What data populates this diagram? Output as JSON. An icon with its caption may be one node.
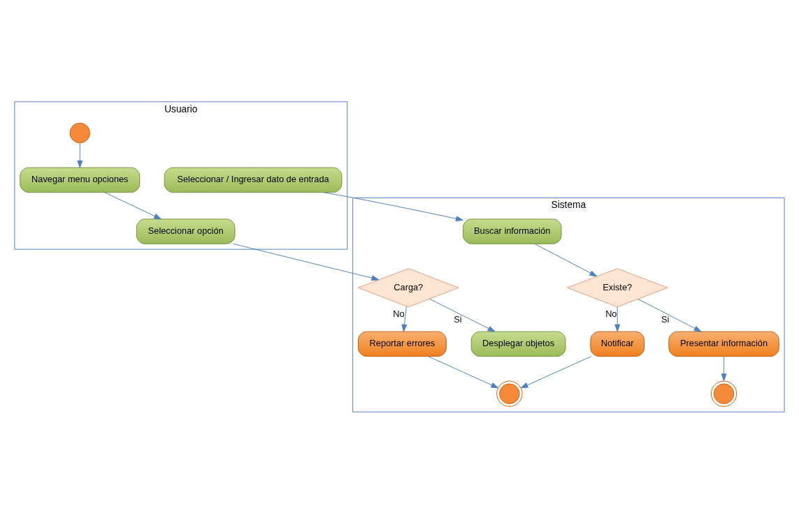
{
  "diagram": {
    "nodes": [
      {
        "text": [
          "Usuario"
        ]
      },
      {
        "text": [
          "Sistema"
        ]
      },
      {
        "text": [],
        "shape": "circle",
        "in": 0
      },
      {
        "text": [
          "Navegar menu opciones"
        ],
        "in": 0
      },
      {
        "text": [
          "Seleccionar opción"
        ],
        "in": 0
      },
      {
        "text": [
          "Seleccionar / Ingresar dato de entrada"
        ],
        "in": 0
      },
      {
        "text": [
          "Reportar errores"
        ],
        "in": 1
      },
      {
        "text": [],
        "shape": "circle",
        "in": 1
      },
      {
        "text": [
          "Carga?"
        ],
        "in": 1
      },
      {
        "text": [
          "Desplegar objetos"
        ],
        "in": 1
      },
      {
        "text": [
          "Notificar"
        ],
        "in": 1
      },
      {
        "text": [
          "Buscar información"
        ],
        "in": 1
      },
      {
        "text": [
          "Existe?"
        ],
        "in": 1
      },
      {
        "text": [
          "Presentar información"
        ],
        "in": 1
      },
      {
        "text": [],
        "shape": "circle",
        "in": 1
      }
    ],
    "edges": [
      {
        "from": 2,
        "to": 3,
        "arrow": "to"
      },
      {
        "from": 3,
        "to": 4,
        "arrow": "to"
      },
      {
        "from": 4,
        "to": 8,
        "arrow": "to"
      },
      {
        "from": 8,
        "to": 6,
        "arrow": "to",
        "label": "No"
      },
      {
        "from": 8,
        "to": 9,
        "arrow": "to",
        "label": "Si"
      },
      {
        "from": 6,
        "to": 7,
        "arrow": "to"
      },
      {
        "from": 5,
        "to": 11,
        "arrow": "to"
      },
      {
        "from": 11,
        "to": 12,
        "arrow": "to"
      },
      {
        "from": 12,
        "to": 10,
        "arrow": "to",
        "label": "No"
      },
      {
        "from": 12,
        "to": 13,
        "arrow": "to",
        "label": "Si"
      },
      {
        "from": 10,
        "to": 7,
        "arrow": "to"
      },
      {
        "from": 13,
        "to": 14,
        "arrow": "to"
      }
    ]
  }
}
